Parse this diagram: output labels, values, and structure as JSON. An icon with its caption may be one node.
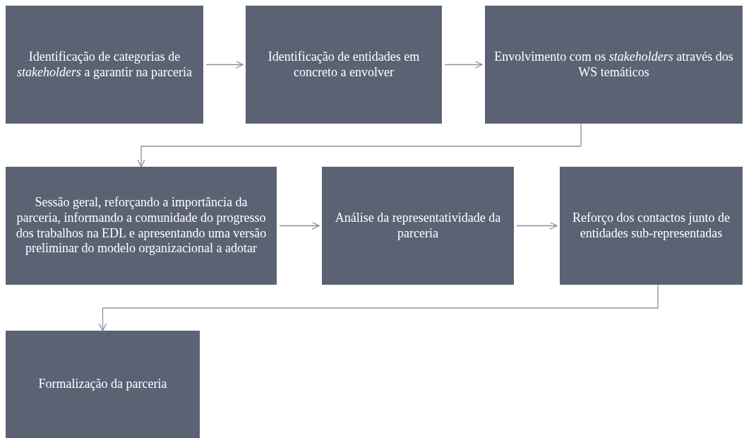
{
  "diagram": {
    "nodes": [
      {
        "text": [
          "Identificação de categorias de *stakeholders* a garantir na parceria"
        ]
      },
      {
        "text": [
          "Identificação de entidades em concreto a envolver"
        ]
      },
      {
        "text": [
          "Envolvimento com os *stakeholders* através dos WS temáticos"
        ]
      },
      {
        "text": [
          "Sessão geral, reforçando a importância da parceria, informando a comunidade do progresso dos trabalhos na EDL e apresentando uma versão preliminar do modelo organizacional a adotar"
        ]
      },
      {
        "text": [
          "Análise da representatividade da parceria"
        ]
      },
      {
        "text": [
          "Reforço dos contactos junto de entidades sub-representadas"
        ]
      },
      {
        "text": [
          "Formalização da parceria"
        ]
      }
    ],
    "edges": [
      {
        "from": 0,
        "to": 1,
        "arrow": "to"
      },
      {
        "from": 1,
        "to": 2,
        "arrow": "to"
      },
      {
        "from": 2,
        "to": 3,
        "arrow": "to"
      },
      {
        "from": 3,
        "to": 4,
        "arrow": "to"
      },
      {
        "from": 4,
        "to": 5,
        "arrow": "to"
      },
      {
        "from": 5,
        "to": 6,
        "arrow": "to"
      }
    ]
  }
}
